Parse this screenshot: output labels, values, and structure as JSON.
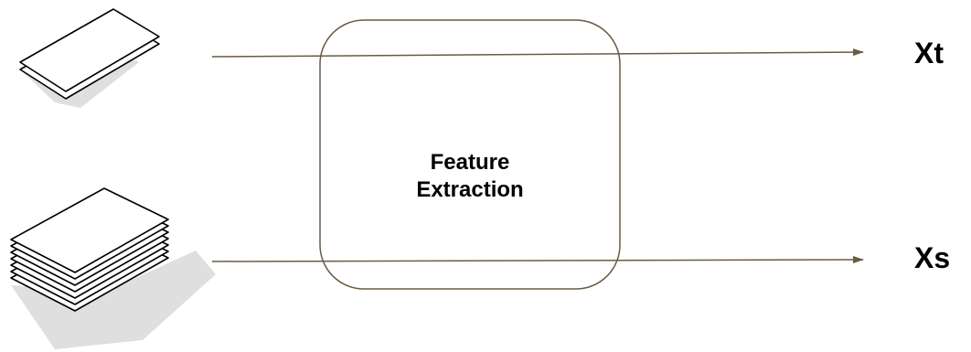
{
  "diagram": {
    "box_label_line1": "Feature",
    "box_label_line2": "Extraction",
    "output_top": "Xt",
    "output_bottom": "Xs"
  },
  "colors": {
    "line": "#6b5a43",
    "box_border": "#6b5a43",
    "paper_stroke": "#000000",
    "paper_fill": "#ffffff",
    "shadow": "#d9d9d9",
    "text": "#000000"
  },
  "inputs": {
    "top_stack_sheets": 2,
    "bottom_stack_sheets": 7
  }
}
